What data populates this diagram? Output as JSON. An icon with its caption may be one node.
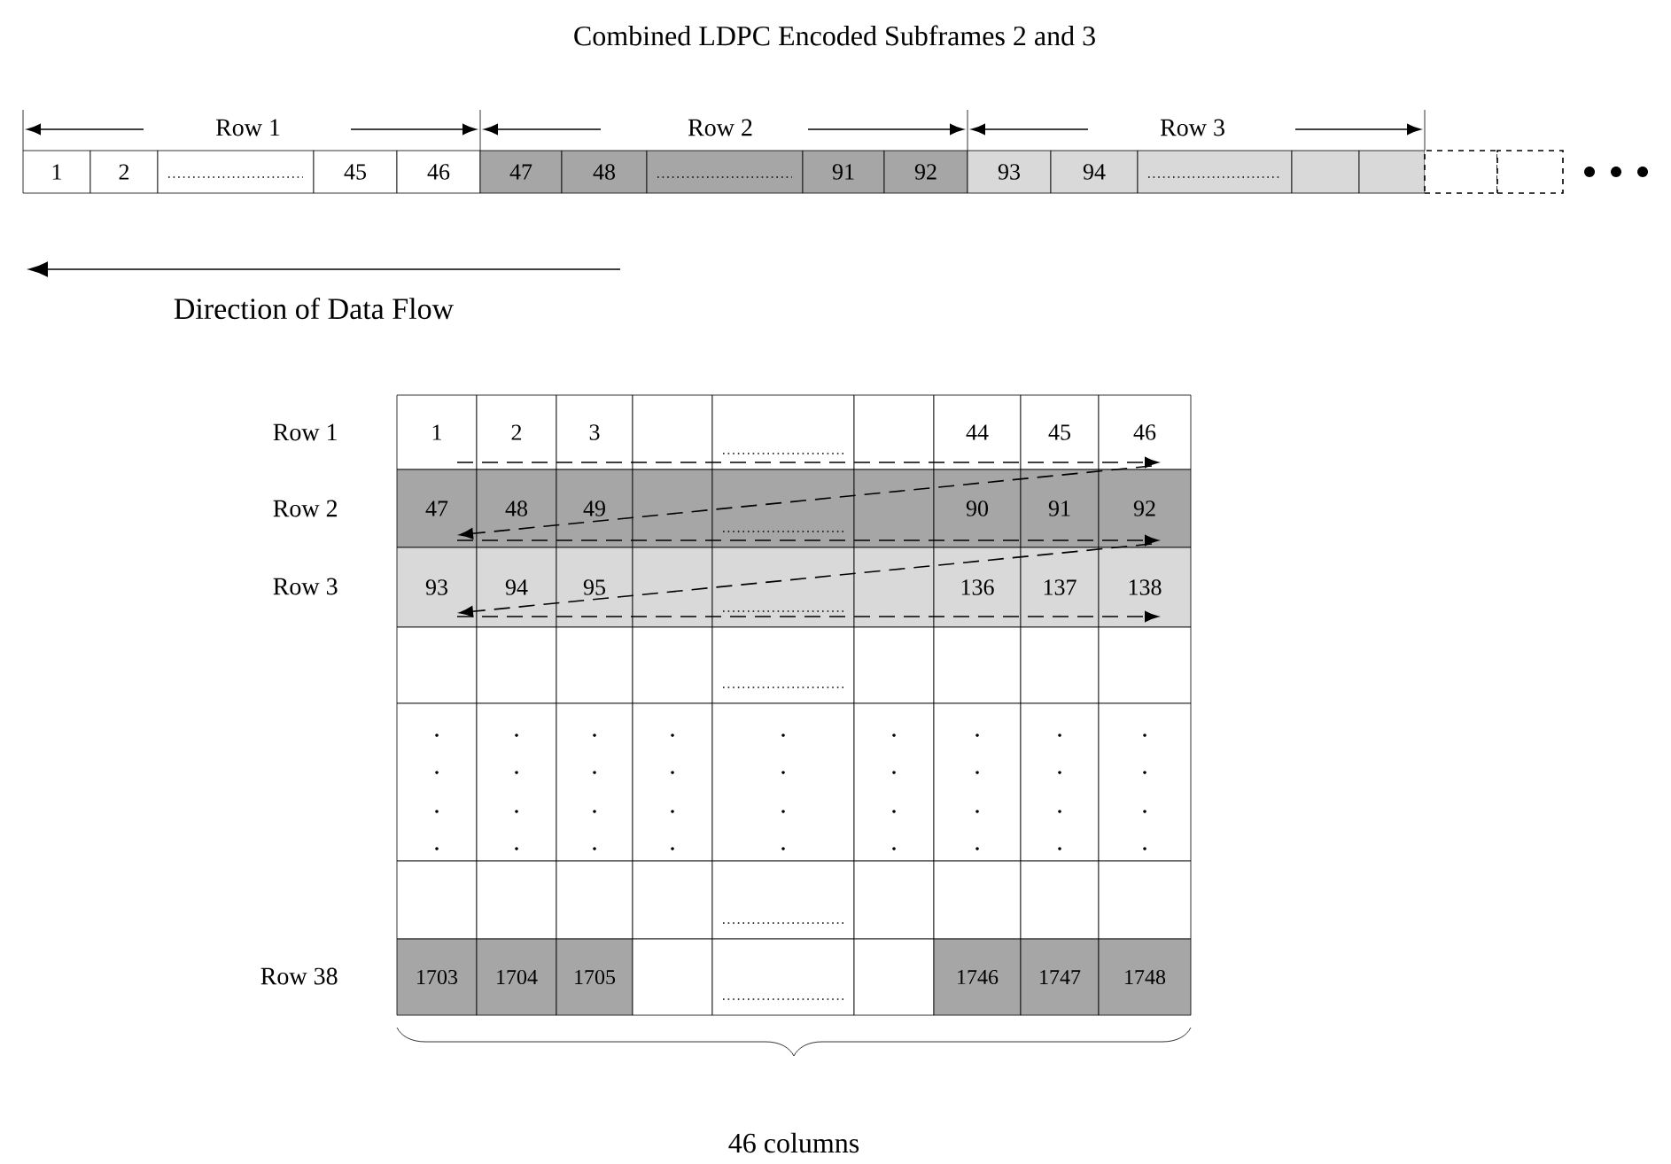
{
  "diagram": {
    "title": "Combined LDPC Encoded Subframes 2 and 3",
    "labels": [
      "Row 1",
      "Row 2",
      "Row 3",
      "1",
      "2",
      "45",
      "46",
      "47",
      "48",
      "91",
      "92",
      "93",
      "94",
      "Direction of Data Flow",
      "Row 1",
      "1",
      "2",
      "3",
      "44",
      "45",
      "46",
      "Row 2",
      "47",
      "48",
      "49",
      "90",
      "91",
      "92",
      "Row 3",
      "93",
      "94",
      "95",
      "136",
      "137",
      "138",
      "Row 38",
      "1703",
      "1704",
      "1705",
      "1746",
      "1747",
      "1748",
      "46 columns"
    ]
  }
}
